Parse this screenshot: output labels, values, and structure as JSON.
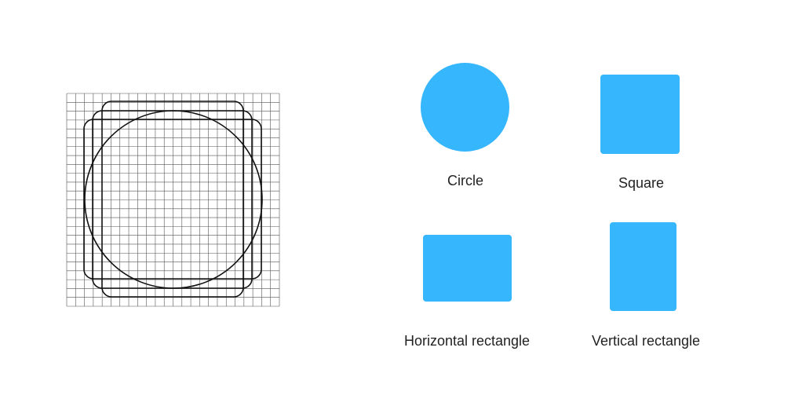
{
  "colors": {
    "shape_fill": "#36b7fd",
    "grid_line": "#555555",
    "keyline_stroke": "#111111"
  },
  "keyline_grid": {
    "rows": 24,
    "cols": 24
  },
  "keyline_shapes": [
    {
      "name": "circle"
    },
    {
      "name": "square"
    },
    {
      "name": "horizontal-rectangle"
    },
    {
      "name": "vertical-rectangle"
    }
  ],
  "shapes": [
    {
      "id": "circle",
      "label": "Circle"
    },
    {
      "id": "square",
      "label": "Square"
    },
    {
      "id": "hrect",
      "label": "Horizontal rectangle"
    },
    {
      "id": "vrect",
      "label": "Vertical rectangle"
    }
  ]
}
